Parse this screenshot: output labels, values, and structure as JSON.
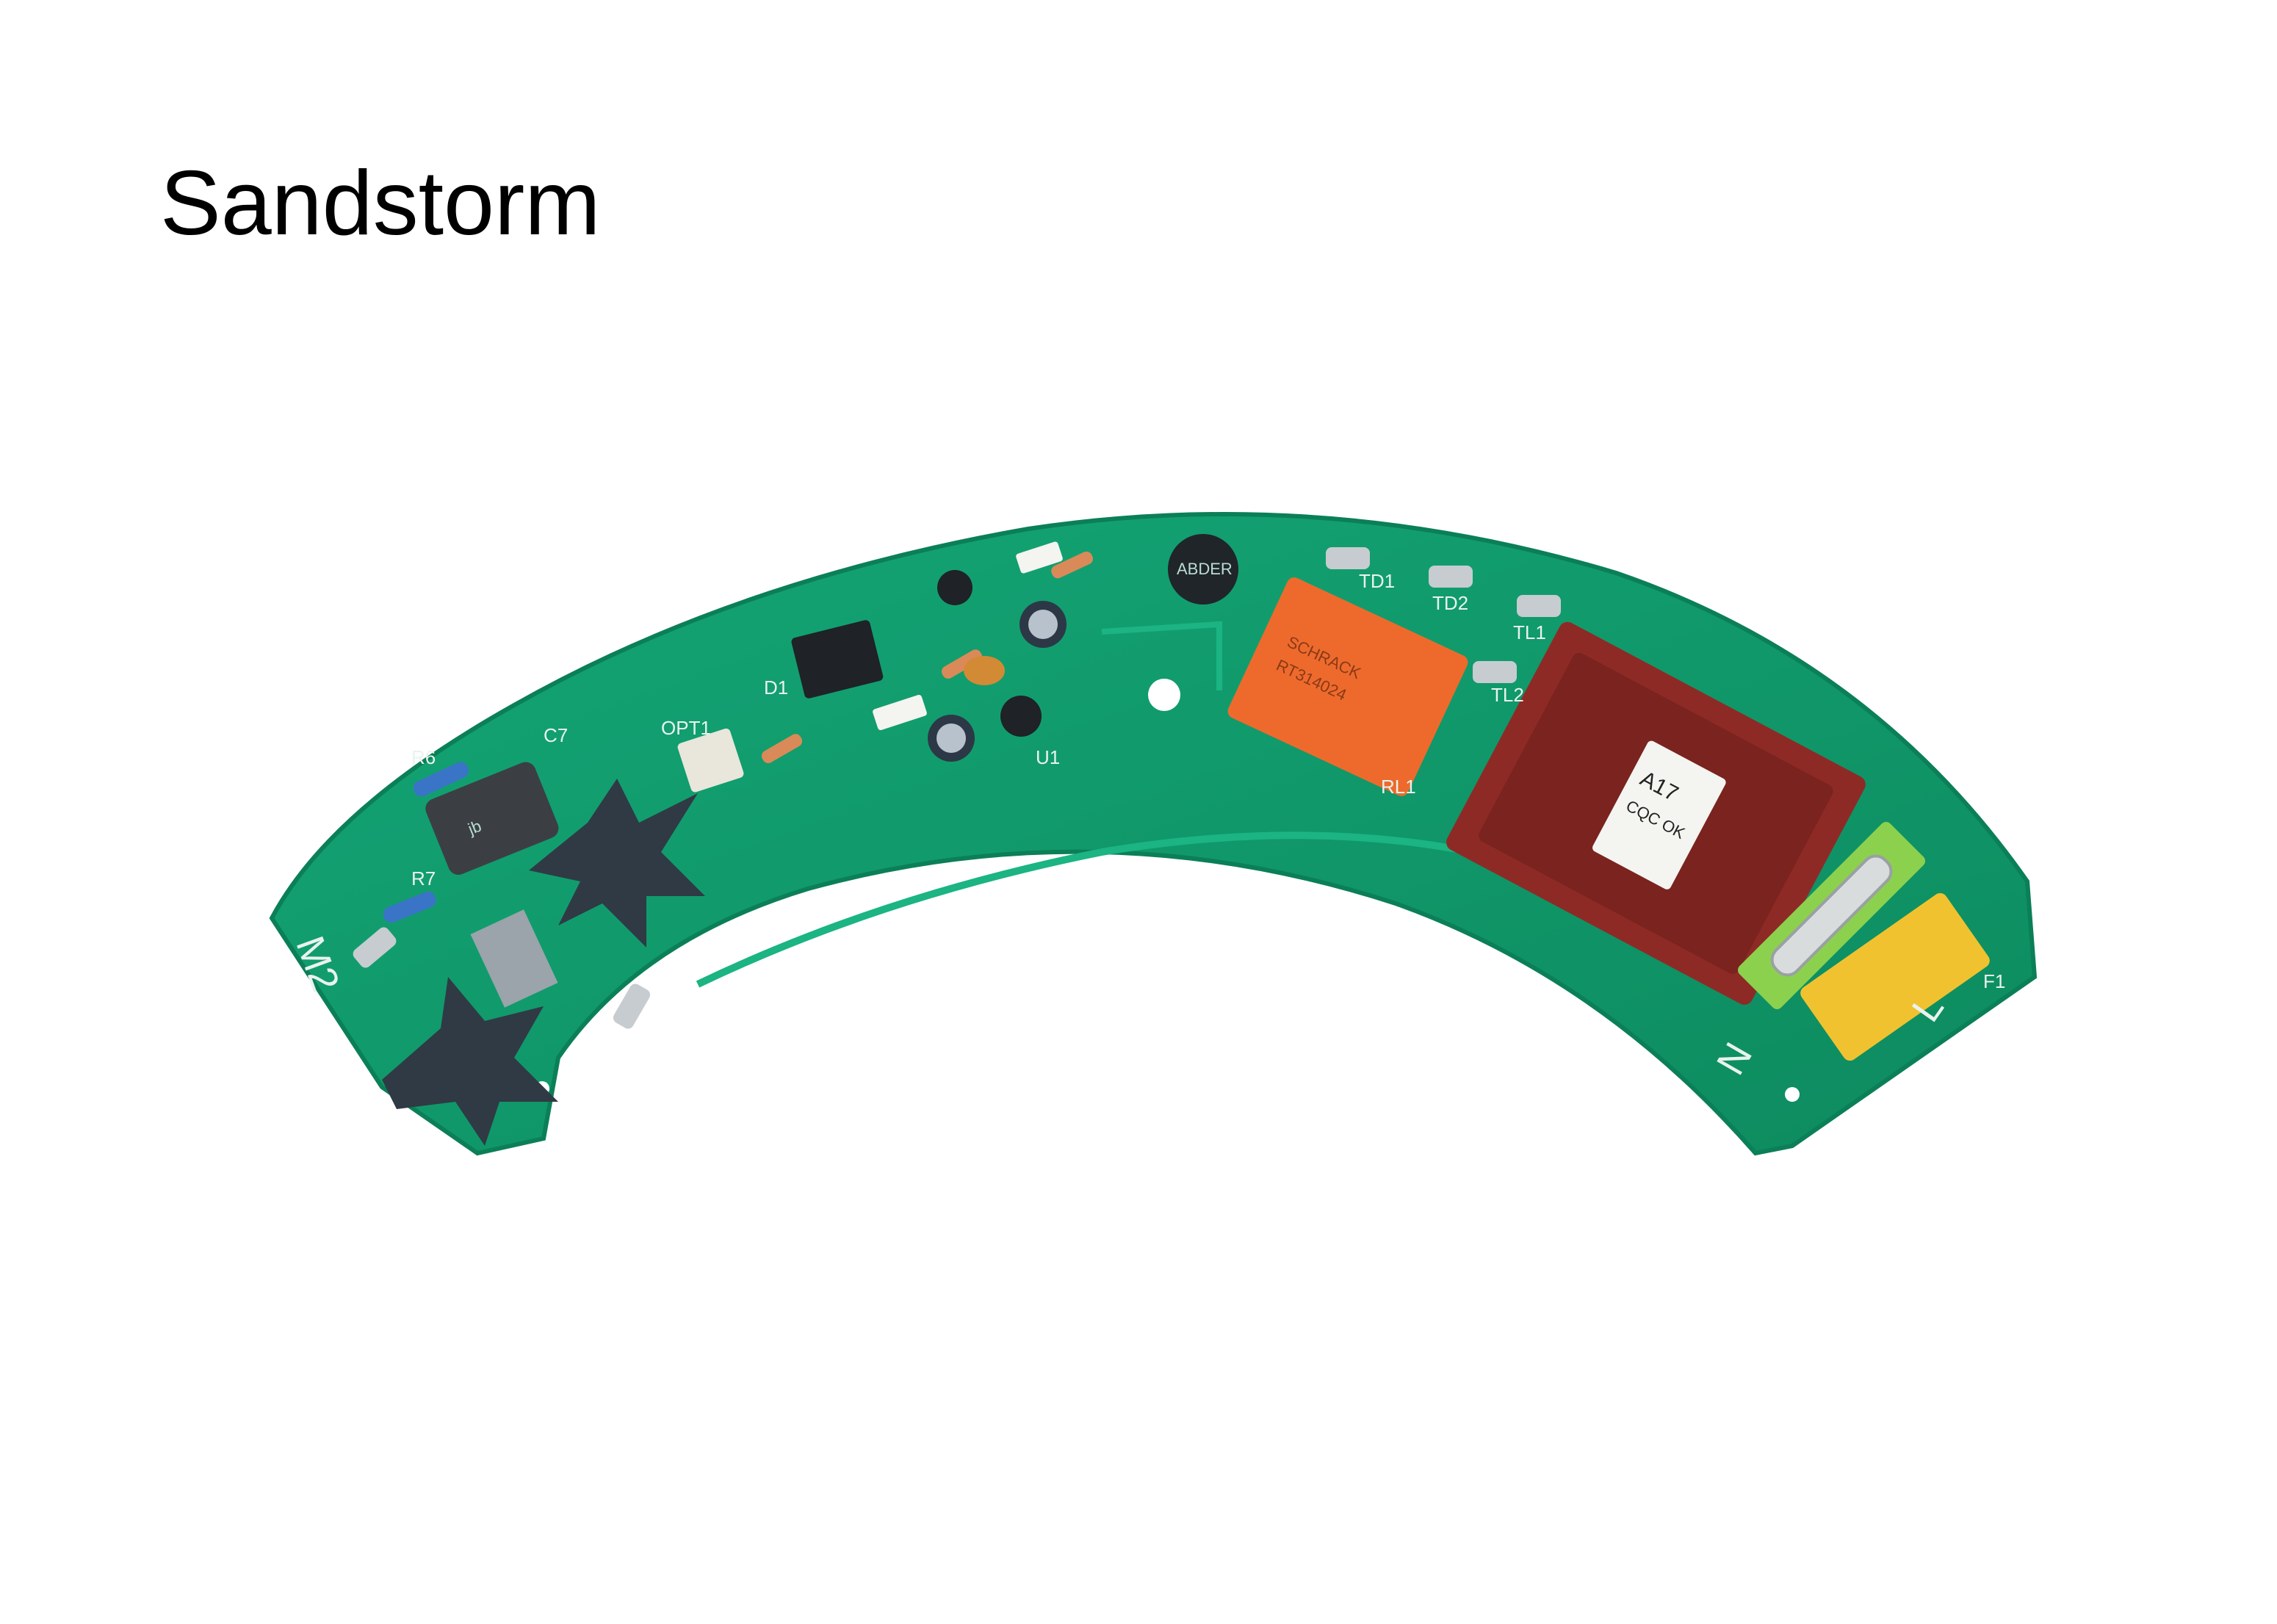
{
  "caption": "Sandstorm",
  "colors": {
    "pcb_green": "#0f9a6a",
    "pcb_edge": "#0b7f57",
    "relay_orange": "#ee6a2c",
    "transformer_red": "#8e2a25",
    "capacitor_yellow": "#f1c22f",
    "fuse_holder_green": "#8bd14e"
  },
  "board": {
    "silkscreen": {
      "left_connector": "M2",
      "right_connector": "N",
      "right_end": "L",
      "fuse_label": "F1",
      "terminal_a": "TD1",
      "terminal_b": "TL1",
      "terminal_c": "TD2",
      "terminal_d": "TL2",
      "resistor_a": "R6",
      "resistor_b": "R7",
      "cap_label": "C7",
      "opto_label": "OPT1",
      "diode_label": "D1",
      "ic_label": "U1",
      "relay_label": "RL1"
    },
    "relay": {
      "brand": "SCHRACK",
      "part": "RT314024"
    },
    "transformer": {
      "mark": "A17",
      "cert": "CQC OK"
    },
    "capacitor_brand": "jb",
    "buzzer_text": "ABDER"
  }
}
